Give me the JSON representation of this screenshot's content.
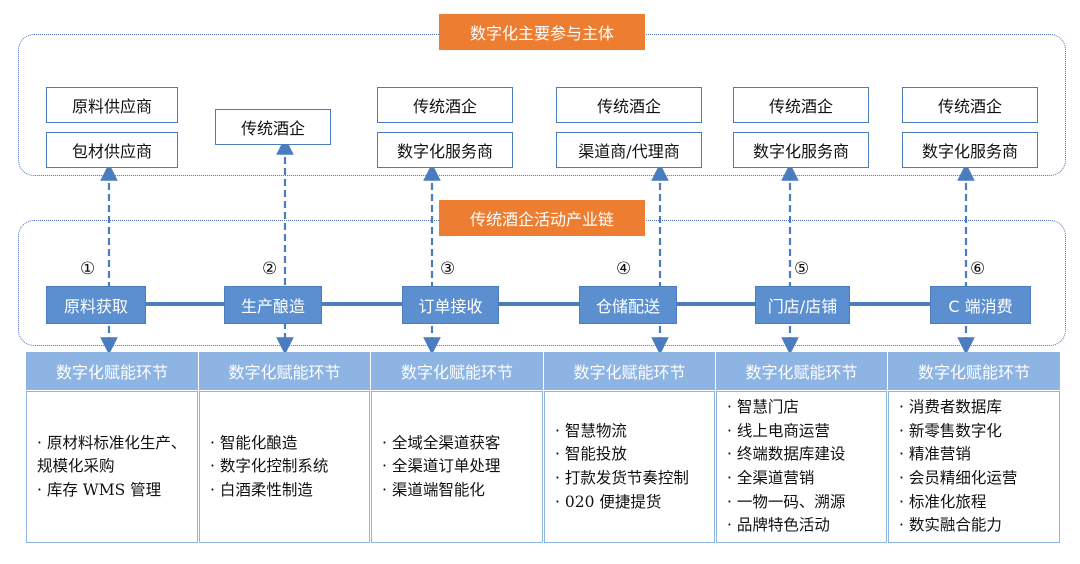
{
  "groups": {
    "participants": "数字化主要参与主体",
    "industry_chain": "传统酒企活动产业链"
  },
  "actors": [
    [
      "原料供应商",
      "包材供应商"
    ],
    [
      "传统酒企"
    ],
    [
      "传统酒企",
      "数字化服务商"
    ],
    [
      "传统酒企",
      "渠道商/代理商"
    ],
    [
      "传统酒企",
      "数字化服务商"
    ],
    [
      "传统酒企",
      "数字化服务商"
    ]
  ],
  "steps": [
    {
      "num": "①",
      "label": "原料获取"
    },
    {
      "num": "②",
      "label": "生产酿造"
    },
    {
      "num": "③",
      "label": "订单接收"
    },
    {
      "num": "④",
      "label": "仓储配送"
    },
    {
      "num": "⑤",
      "label": "门店/店铺"
    },
    {
      "num": "⑥",
      "label": "C 端消费"
    }
  ],
  "enablement": {
    "header": "数字化赋能环节",
    "columns": [
      [
        "原材料标准化生产、规模化采购",
        "库存 WMS 管理"
      ],
      [
        "智能化酿造",
        "数字化控制系统",
        "白酒柔性制造"
      ],
      [
        "全域全渠道获客",
        "全渠道订单处理",
        "渠道端智能化"
      ],
      [
        "智慧物流",
        "智能投放",
        "打款发货节奏控制",
        "020 便捷提货"
      ],
      [
        "智慧门店",
        "线上电商运营",
        "终端数据库建设",
        "全渠道营销",
        "一物一码、溯源",
        "品牌特色活动"
      ],
      [
        "消费者数据库",
        "新零售数字化",
        "精准营销",
        "会员精细化运营",
        "标准化旅程",
        "数实融合能力"
      ]
    ]
  },
  "colors": {
    "orange": "#ed7d31",
    "step_blue": "#5b8fd0",
    "header_blue": "#8eb4e3",
    "line_blue": "#4a7cc0"
  }
}
